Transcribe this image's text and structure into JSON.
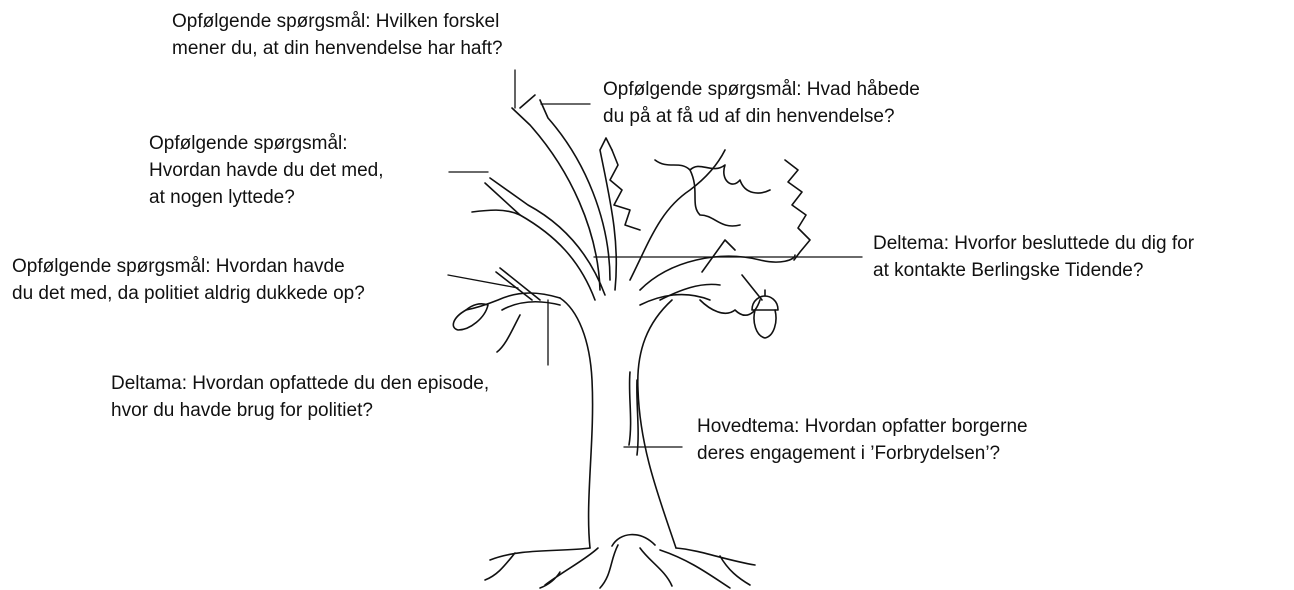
{
  "diagram": {
    "labels": {
      "followup_difference": {
        "line1": "Opfølgende spørgsmål: Hvilken forskel",
        "line2": "mener du, at din henvendelse har haft?"
      },
      "followup_hope": {
        "line1": "Opfølgende spørgsmål: Hvad håbede",
        "line2": "du på at få ud af din henvendelse?"
      },
      "followup_listened": {
        "line1": "Opfølgende spørgsmål:",
        "line2": "Hvordan havde du det med,",
        "line3": "at nogen lyttede?"
      },
      "followup_police_never": {
        "line1": "Opfølgende spørgsmål: Hvordan havde",
        "line2": "du det med, da politiet aldrig dukkede op?"
      },
      "subtheme_berlingske": {
        "line1": "Deltema: Hvorfor besluttede du dig for",
        "line2": "at kontakte Berlingske Tidende?"
      },
      "subtheme_episode": {
        "line1": "Deltama: Hvordan opfattede du den episode,",
        "line2": "hvor du havde brug for politiet?"
      },
      "main_theme": {
        "line1": "Hovedtema: Hvordan opfatter borgerne",
        "line2": "deres engagement i ’Forbrydelsen’?"
      }
    },
    "colors": {
      "ink": "#111111",
      "background": "#ffffff"
    }
  }
}
